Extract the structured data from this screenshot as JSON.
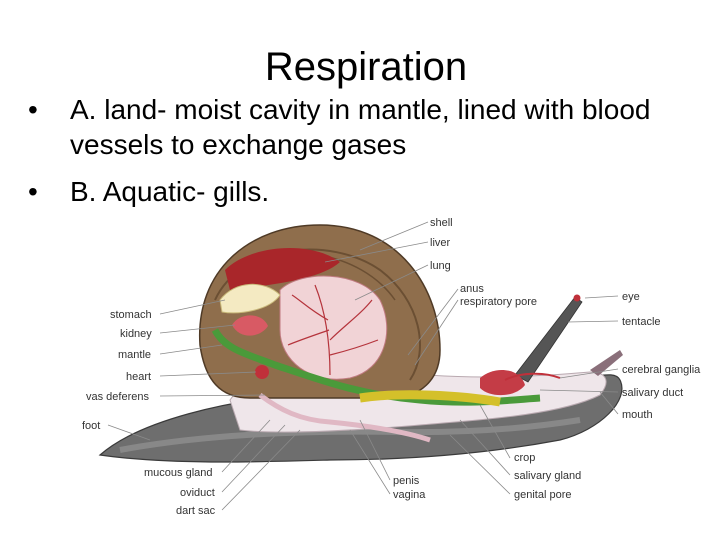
{
  "slide": {
    "title": "Respiration",
    "bullets": [
      {
        "marker": "•",
        "text": "A. land- moist cavity in mantle, lined with blood vessels to exchange gases"
      },
      {
        "marker": "•",
        "text": "B. Aquatic- gills."
      }
    ]
  },
  "figure": {
    "labels": {
      "shell": "shell",
      "liver": "liver",
      "lung": "lung",
      "anus": "anus",
      "respiratory_pore": "respiratory pore",
      "eye": "eye",
      "tentacle": "tentacle",
      "cerebral_ganglia": "cerebral ganglia",
      "salivary_duct": "salivary duct",
      "mouth": "mouth",
      "crop": "crop",
      "salivary_gland": "salivary gland",
      "genital_pore": "genital pore",
      "penis": "penis",
      "vagina": "vagina",
      "stomach": "stomach",
      "kidney": "kidney",
      "mantle": "mantle",
      "heart": "heart",
      "vas_deferens": "vas deferens",
      "foot": "foot",
      "mucous_gland": "mucous gland",
      "oviduct": "oviduct",
      "dart_sac": "dart sac"
    }
  }
}
